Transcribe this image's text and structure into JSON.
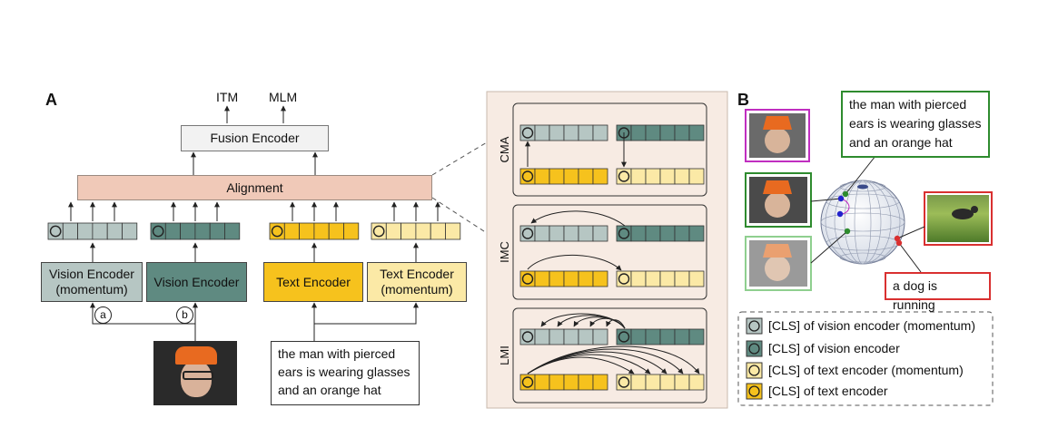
{
  "panel_a": {
    "letter": "A",
    "outputs": {
      "itm": "ITM",
      "mlm": "MLM"
    },
    "fusion_encoder": "Fusion Encoder",
    "alignment": "Alignment",
    "encoders": {
      "vision_momentum": "Vision Encoder\n(momentum)",
      "vision": "Vision Encoder",
      "text": "Text Encoder",
      "text_momentum": "Text Encoder\n(momentum)"
    },
    "markers": {
      "a": "a",
      "b": "b"
    },
    "caption": "the man with pierced\nears is wearing glasses\nand an orange hat"
  },
  "detail": {
    "rows": [
      {
        "label": "CMA"
      },
      {
        "label": "IMC"
      },
      {
        "label": "LMI"
      }
    ]
  },
  "panel_b": {
    "letter": "B",
    "caption_top": "the man with pierced\nears is wearing glasses\nand an orange hat",
    "caption_bottom": "a dog is running",
    "legend": [
      {
        "text": "[CLS] of vision encoder (momentum)",
        "color": "#b6c6c3"
      },
      {
        "text": "[CLS] of vision encoder",
        "color": "#5f8a81"
      },
      {
        "text": "[CLS] of text encoder (momentum)",
        "color": "#fbe9a6"
      },
      {
        "text": "[CLS] of text encoder",
        "color": "#f6c21d"
      }
    ]
  },
  "colors": {
    "vision_momentum": "#b6c6c3",
    "vision": "#5f8a81",
    "text": "#f6c21d",
    "text_momentum": "#fbe9a6",
    "alignment": "#f0c9b8",
    "fusion": "#f2f2f2",
    "detail_panel": "#f7ebe3",
    "magenta_frame": "#c02ec0",
    "green_frame": "#2e8b2e",
    "light_green_frame": "#8fcf8f",
    "red_frame": "#d93030"
  }
}
